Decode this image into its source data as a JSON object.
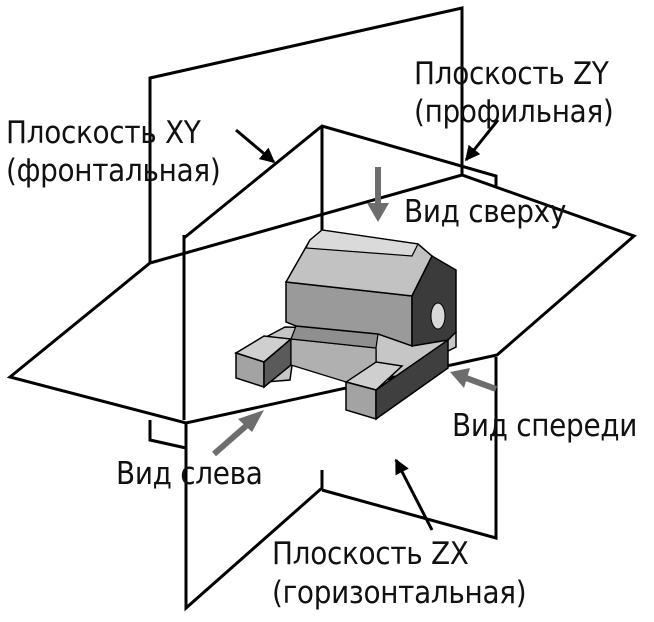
{
  "labels": {
    "plane_xy_title": "Плоскость XY",
    "plane_xy_sub": "(фронтальная)",
    "plane_zy_title": "Плоскость ZY",
    "plane_zy_sub": "(профильная)",
    "plane_zx_title": "Плоскость ZX",
    "plane_zx_sub": "(горизонтальная)",
    "view_top": "Вид сверху",
    "view_front": "Вид спереди",
    "view_left": "Вид слева"
  },
  "colors": {
    "line": "#000000",
    "view_arrow": "#6d6d6d",
    "part_light": "#c4c4c4",
    "part_mid": "#9c9c9c",
    "part_dark": "#3b3b3b"
  }
}
